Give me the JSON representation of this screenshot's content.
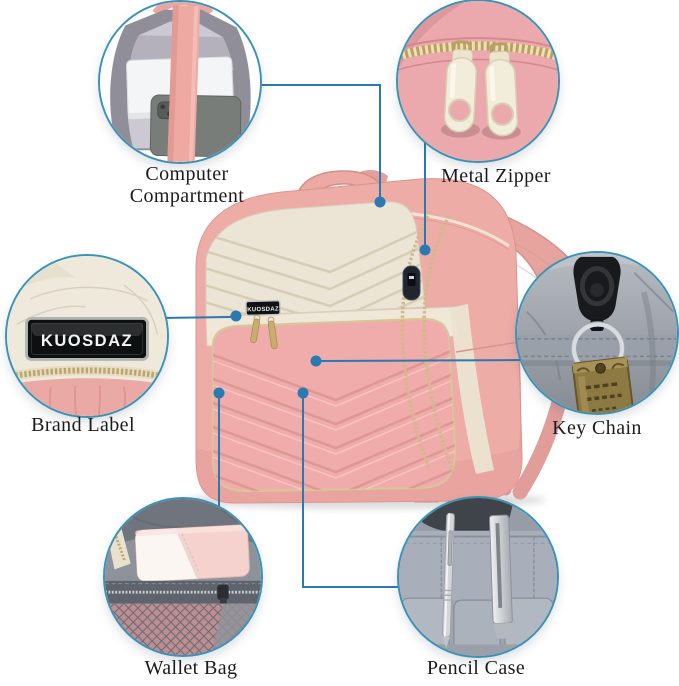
{
  "product": {
    "brand": "KUOSDAZ"
  },
  "callouts": [
    {
      "id": "computer-compartment",
      "label": "Computer Compartment",
      "position": "top-left"
    },
    {
      "id": "metal-zipper",
      "label": "Metal Zipper",
      "position": "top-right"
    },
    {
      "id": "brand-label",
      "label": "Brand Label",
      "position": "middle-left"
    },
    {
      "id": "key-chain",
      "label": "Key Chain",
      "position": "middle-right"
    },
    {
      "id": "wallet-bag",
      "label": "Wallet Bag",
      "position": "bottom-left"
    },
    {
      "id": "pencil-case",
      "label": "Pencil Case",
      "position": "bottom-right"
    }
  ],
  "colors": {
    "background": "#ffffff",
    "connector_blue": "#2a79b0",
    "circle_border_blue": "#3a92b6",
    "bag_pink": "#eeaca7",
    "bag_cream": "#ece5d5",
    "label_text": "#1b1b1d"
  }
}
